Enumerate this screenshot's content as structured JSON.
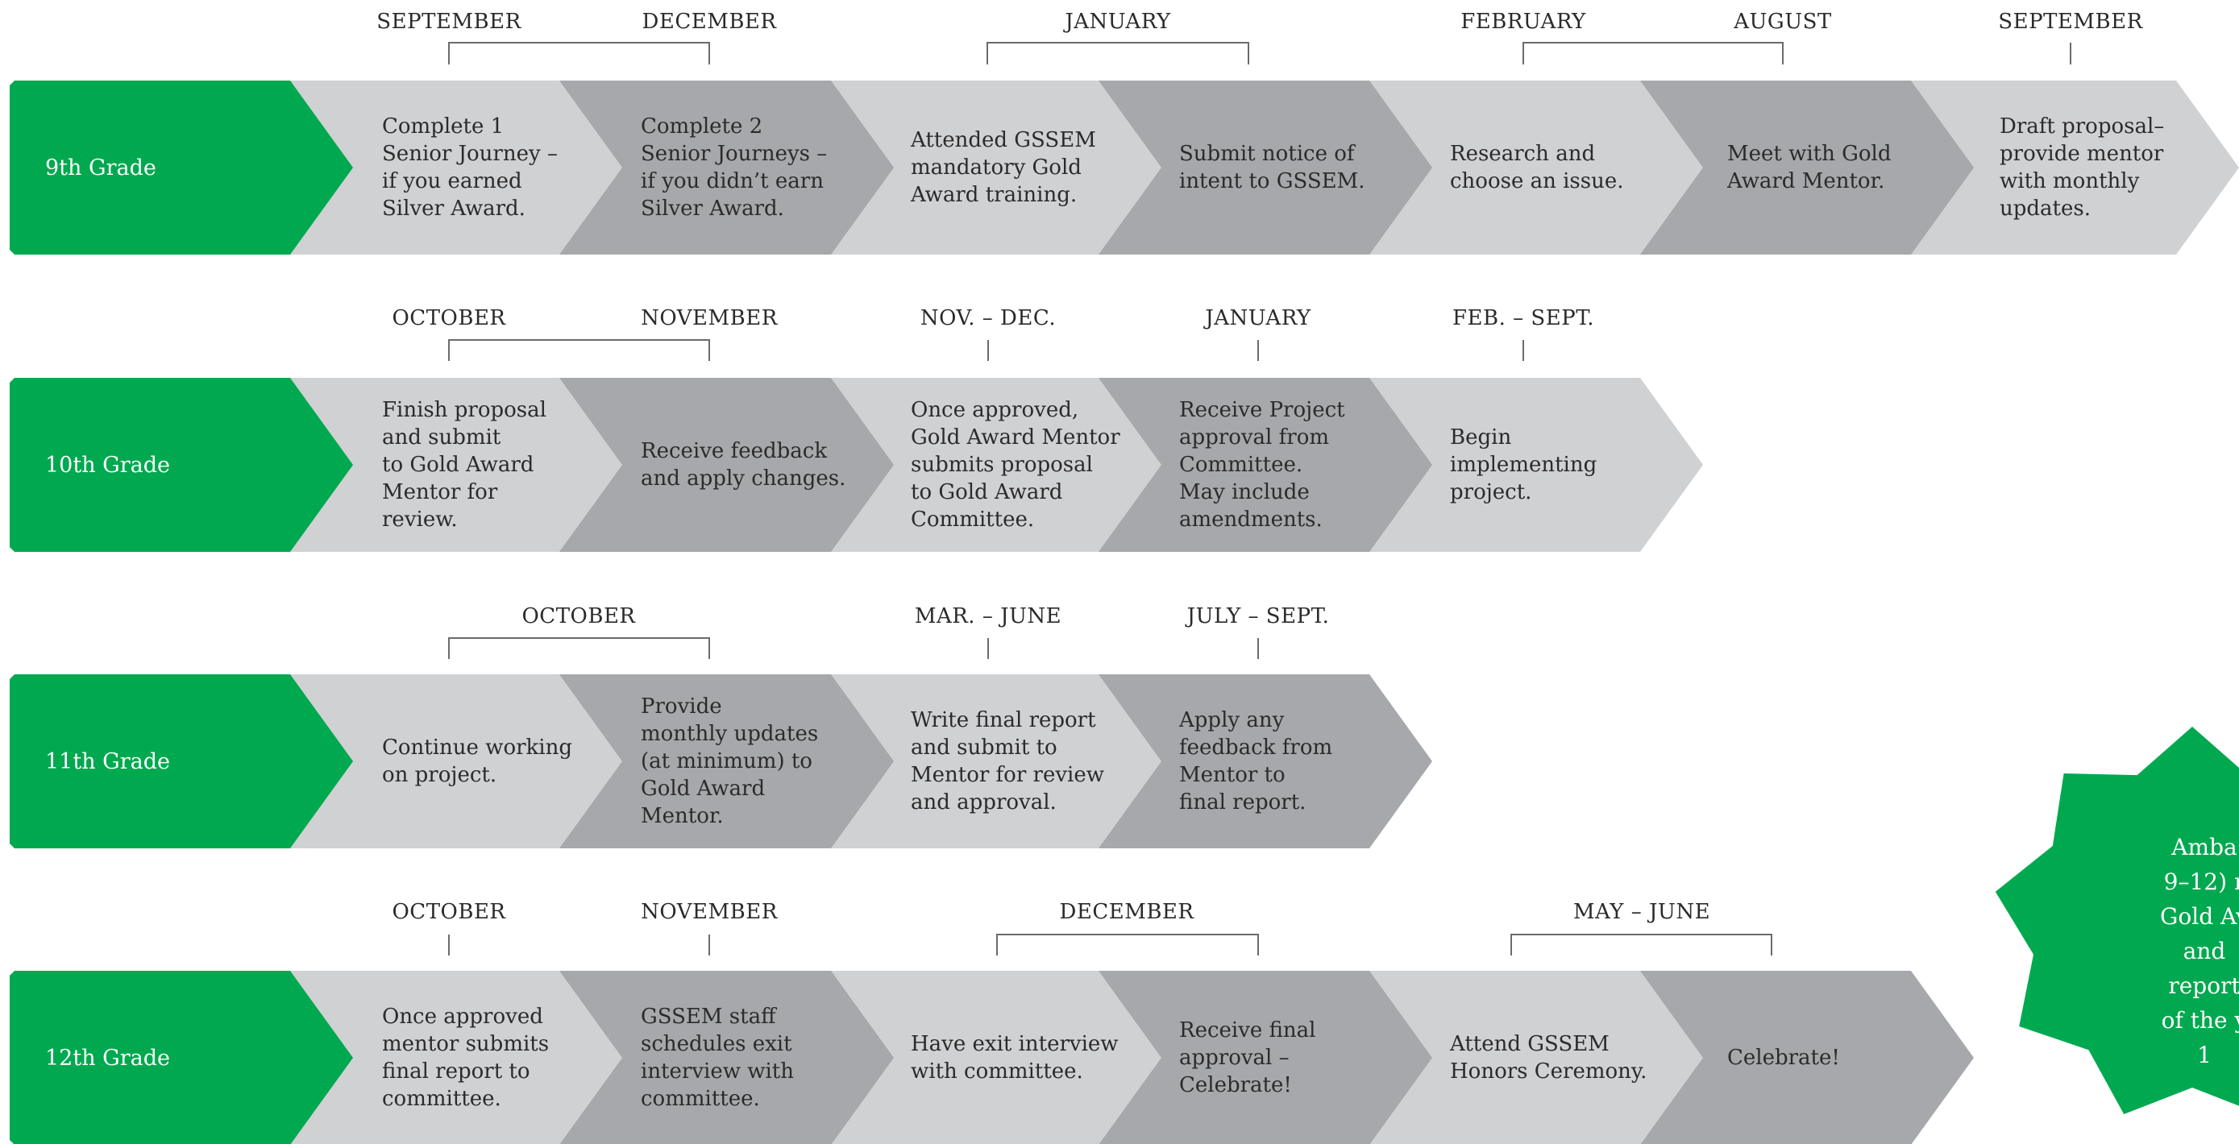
{
  "colors": {
    "green": "#00a94f",
    "light_gray": "#d0d1d3",
    "dark_gray": "#a7a8ab",
    "bracket": "#6b6b6b",
    "text": "#2b2b2b"
  },
  "rows": [
    {
      "grade": "9th Grade",
      "months": [
        "SEPTEMBER",
        "DECEMBER",
        "JANUARY",
        "FEBRUARY",
        "AUGUST",
        "SEPTEMBER"
      ],
      "steps": [
        "Complete 1\nSenior Journey –\nif you earned\nSilver Award.",
        "Complete 2\nSenior Journeys –\nif you didn’t earn\nSilver Award.",
        "Attended GSSEM\nmandatory Gold\nAward training.",
        "Submit notice of\nintent to GSSEM.",
        "Research and\nchoose an issue.",
        "Meet with Gold\nAward Mentor.",
        "Draft proposal–\nprovide mentor\nwith monthly\nupdates."
      ]
    },
    {
      "grade": "10th Grade",
      "months": [
        "OCTOBER",
        "NOVEMBER",
        "NOV. – DEC.",
        "JANUARY",
        "FEB. – SEPT."
      ],
      "steps": [
        "Finish proposal\nand submit\nto Gold Award\nMentor for\nreview.",
        "Receive feedback\nand apply changes.",
        "Once approved,\nGold Award Mentor\nsubmits proposal\nto Gold Award\nCommittee.",
        "Receive Project\napproval from\nCommittee.\nMay include\namendments.",
        "Begin\nimplementing\nproject."
      ]
    },
    {
      "grade": "11th Grade",
      "months": [
        "OCTOBER",
        "MAR. – JUNE",
        "JULY – SEPT."
      ],
      "steps": [
        "Continue working\non project.",
        "Provide\nmonthly updates\n(at minimum) to\nGold Award\nMentor.",
        "Write final report\nand submit to\nMentor for review\nand approval.",
        "Apply any\nfeedback from\nMentor to\nfinal report."
      ]
    },
    {
      "grade": "12th Grade",
      "months": [
        "OCTOBER",
        "NOVEMBER",
        "DECEMBER",
        "MAY – JUNE"
      ],
      "steps": [
        "Once approved\nmentor submits\nfinal report to\ncommittee.",
        "GSSEM staff\nschedules exit\ninterview with\ncommittee.",
        "Have exit interview\nwith committee.",
        "Receive final\napproval –\nCelebrate!",
        "Attend GSSEM\nHonors Ceremony.",
        "Celebrate!"
      ]
    }
  ],
  "badge": {
    "text": "Amba\n9–12) r\nGold Av\nand\nreport\nof the y\n1"
  }
}
